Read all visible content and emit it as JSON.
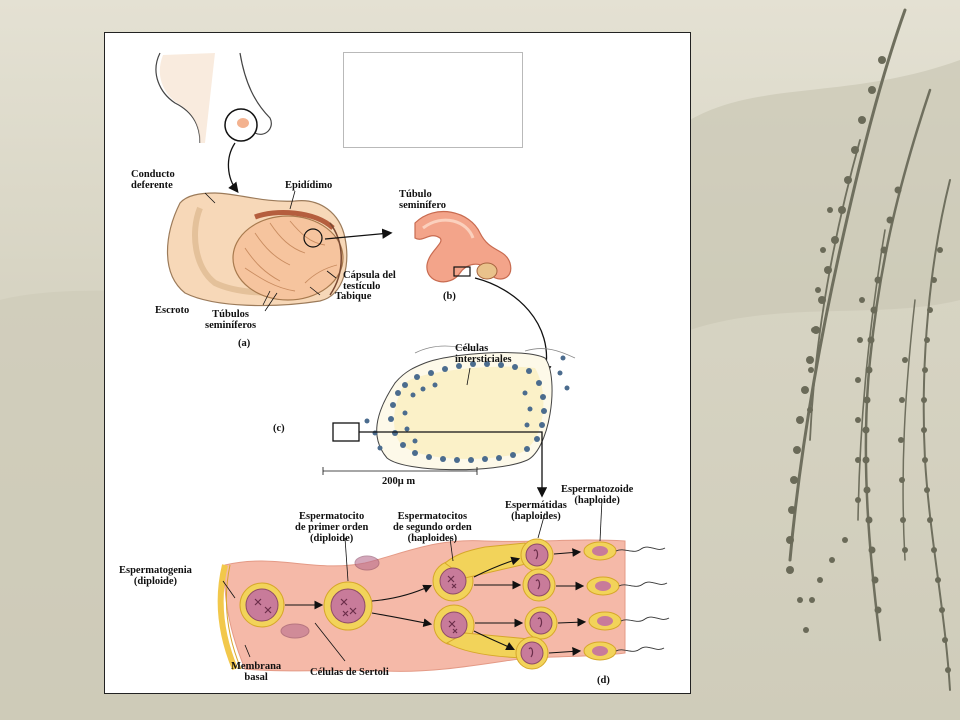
{
  "colors": {
    "background": "#d9d6c6",
    "slide": "#ffffff",
    "tissue_pink": "#f5b8a8",
    "tissue_yellow": "#f2d35a",
    "cell_mauve": "#c87b9a"
  },
  "diagram": {
    "labels": {
      "conducto_deferente": "Conducto\ndeferente",
      "epididimo": "Epidídimo",
      "tubulo_seminifero": "Túbulo\nseminífero",
      "capsula": "Cápsula del\ntestículo",
      "tabique": "Tabique",
      "escroto": "Escroto",
      "tubulos_seminiferos": "Túbulos\nseminíferos",
      "panel_a": "(a)",
      "panel_b": "(b)",
      "celulas_intersticiales": "Células\nintersticiales",
      "panel_c": "(c)",
      "scale_bar": "200μ m",
      "espermatozoide": "Espermatozoide\n(haploide)",
      "espermatidas": "Espermátidas\n(haploides)",
      "espermatocito_primer": "Espermatocito\nde primer orden\n(diploide)",
      "espermatocitos_segundo": "Espermatocitos\nde segundo orden\n(haploides)",
      "espermatogenia": "Espermatogenia\n(diploide)",
      "membrana_basal": "Membrana\nbasal",
      "celulas_sertoli": "Células de Sertoli",
      "panel_d": "(d)"
    }
  }
}
